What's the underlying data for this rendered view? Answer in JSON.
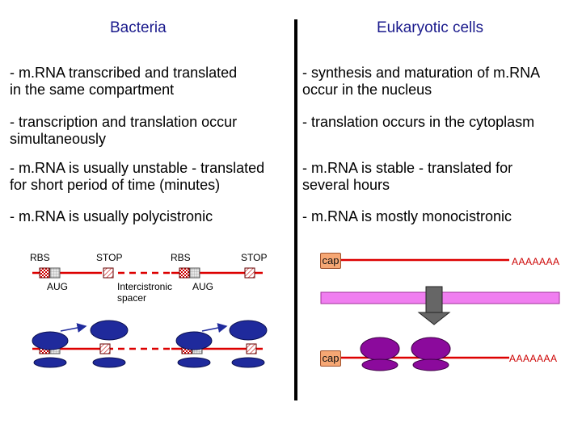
{
  "headers": {
    "left": "Bacteria",
    "right": "Eukaryotic cells"
  },
  "rows": [
    {
      "left": "- m.RNA transcribed and translated\nin the same compartment",
      "right": "- synthesis and maturation of m.RNA\noccur in the nucleus"
    },
    {
      "left": "- transcription and translation occur\nsimultaneously",
      "right": "- translation occurs in the cytoplasm"
    },
    {
      "left": "- m.RNA is usually unstable - translated\nfor short period of time (minutes)",
      "right": "- m.RNA is stable - translated for\nseveral hours"
    },
    {
      "left": "- m.RNA is usually polycistronic",
      "right": "- m.RNA is mostly monocistronic"
    }
  ],
  "bacteria_diagram": {
    "labels": {
      "rbs1": "RBS",
      "stop1": "STOP",
      "rbs2": "RBS",
      "stop2": "STOP",
      "aug1": "AUG",
      "spacer": "Intercistronic\nspacer",
      "aug2": "AUG"
    },
    "colors": {
      "mrna": "#dd0000",
      "ribosome": "#1f2a9c",
      "arrow": "#1f2a9c"
    }
  },
  "eukaryote_diagram": {
    "cap_label": "cap",
    "polyA_label": "AAAAAAA",
    "colors": {
      "mrna": "#dd0000",
      "cap": "#f6a774",
      "nuclear_membrane": "#f07ef0",
      "ribosome": "#8b0a9c",
      "export_arrow": "#555555"
    }
  }
}
